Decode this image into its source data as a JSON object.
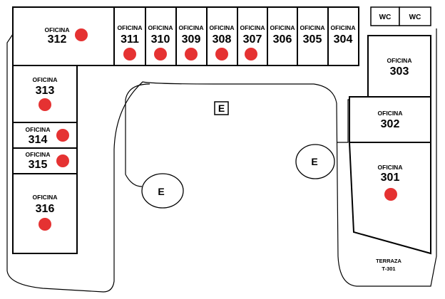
{
  "office_label": "OFICINA",
  "offices": [
    {
      "id": "312",
      "occupied": true
    },
    {
      "id": "311",
      "occupied": true
    },
    {
      "id": "310",
      "occupied": true
    },
    {
      "id": "309",
      "occupied": true
    },
    {
      "id": "308",
      "occupied": true
    },
    {
      "id": "307",
      "occupied": true
    },
    {
      "id": "306",
      "occupied": false
    },
    {
      "id": "305",
      "occupied": false
    },
    {
      "id": "304",
      "occupied": false
    },
    {
      "id": "303",
      "occupied": false
    },
    {
      "id": "302",
      "occupied": false
    },
    {
      "id": "301",
      "occupied": true
    },
    {
      "id": "313",
      "occupied": true
    },
    {
      "id": "314",
      "occupied": true
    },
    {
      "id": "315",
      "occupied": true
    },
    {
      "id": "316",
      "occupied": true
    }
  ],
  "wc": [
    "WC",
    "WC"
  ],
  "elevators": {
    "stair_marker": "E",
    "left": "E",
    "right": "E"
  },
  "terrace": {
    "name": "TERRAZA",
    "code": "T-301"
  },
  "colors": {
    "occupied": "#e53232",
    "wall": "#000000"
  }
}
